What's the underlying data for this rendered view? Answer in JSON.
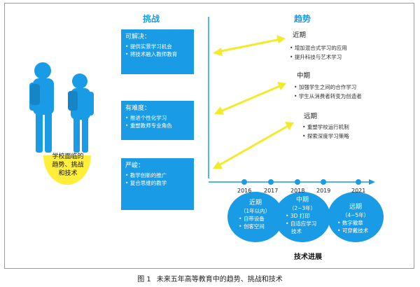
{
  "headers": {
    "challenges": "挑战",
    "trends": "趋势"
  },
  "center_label": [
    "学校面临的",
    "趋势、挑战",
    "和技术"
  ],
  "challenges": [
    {
      "title": "可解决：",
      "items": [
        "提供实景学习机会",
        "将技术融入教师教育"
      ]
    },
    {
      "title": "有难度：",
      "items": [
        "推进个性化学习",
        "重塑教师专业角色"
      ]
    },
    {
      "title": "严峻：",
      "items": [
        "教学创新的推广",
        "复合思维的教学"
      ]
    }
  ],
  "trends": [
    {
      "term": "近期",
      "items": [
        "增加混合式学习的应用",
        "提升科技与艺术学习"
      ]
    },
    {
      "term": "中期",
      "items": [
        "加强学生之间的合作学习",
        "学生从消费者转变为创造者"
      ]
    },
    {
      "term": "远期",
      "items": [
        "重塑学校运行机制",
        "探索深度学习策略"
      ]
    }
  ],
  "years": [
    "2016",
    "2017",
    "2018",
    "2019",
    "2021"
  ],
  "tech": [
    {
      "term": "近期",
      "range": "（1年以内）",
      "items": [
        "自带设备",
        "创客空间"
      ]
    },
    {
      "term": "中期",
      "range": "（2~3年）",
      "items": [
        "3D 打印",
        "自适应学习",
        "技术"
      ]
    },
    {
      "term": "远期",
      "range": "（4~5年）",
      "items": [
        "数字徽章",
        "可穿戴技术"
      ]
    }
  ],
  "tech_label": "技术进展",
  "caption": {
    "figure": "图 1",
    "text": "未来五年高等教育中的趋势、挑战和技术"
  },
  "colors": {
    "blue": "#1a9be6",
    "yellow": "#ffee3a",
    "arrow": "#f2ea2a"
  }
}
